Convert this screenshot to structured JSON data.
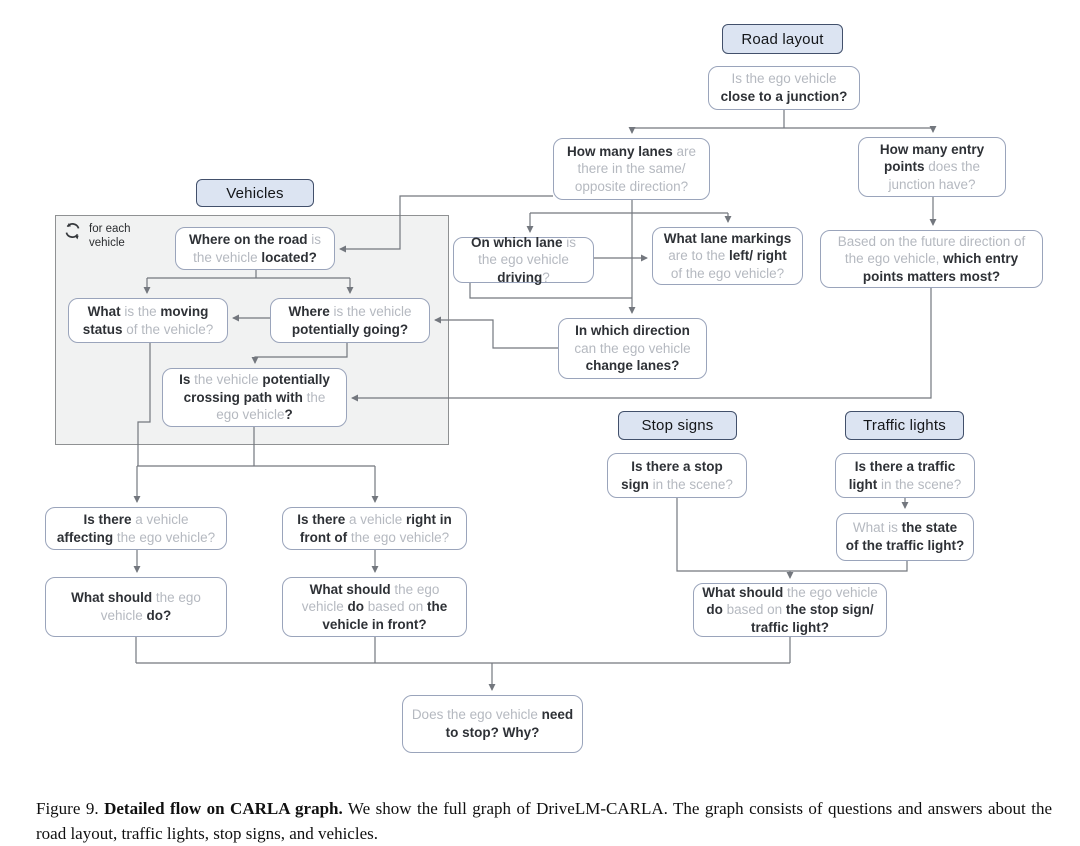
{
  "headers": {
    "road_layout": "Road layout",
    "vehicles": "Vehicles",
    "stop_signs": "Stop signs",
    "traffic_lights": "Traffic lights"
  },
  "group": {
    "loop_label_line1": "for each",
    "loop_label_line2": "vehicle"
  },
  "colors": {
    "header_fill": "#dce4f2",
    "header_border": "#42506b",
    "node_border": "#9aa4bb",
    "bold_text": "#2e3136",
    "muted_text": "#b5b9c0",
    "wire": "#73777e",
    "group_fill": "#f1f2f2"
  },
  "nodes": {
    "close_junction": {
      "segments": [
        {
          "s": "m",
          "t": "Is the ego vehicle "
        },
        {
          "s": "b",
          "t": "close to a junction?"
        }
      ]
    },
    "how_many_lanes": {
      "segments": [
        {
          "s": "b",
          "t": "How many lanes "
        },
        {
          "s": "m",
          "t": "are there in the same/ opposite direction?"
        }
      ]
    },
    "entry_points": {
      "segments": [
        {
          "s": "b",
          "t": "How many entry points "
        },
        {
          "s": "m",
          "t": "does the junction have?"
        }
      ]
    },
    "where_on_road": {
      "segments": [
        {
          "s": "b",
          "t": "Where on the road "
        },
        {
          "s": "m",
          "t": "is the vehicle "
        },
        {
          "s": "b",
          "t": "located?"
        }
      ]
    },
    "on_which_lane": {
      "segments": [
        {
          "s": "b",
          "t": "On which lane "
        },
        {
          "s": "m",
          "t": "is the ego vehicle "
        },
        {
          "s": "b",
          "t": "driving"
        },
        {
          "s": "m",
          "t": "?"
        }
      ]
    },
    "lane_markings": {
      "segments": [
        {
          "s": "b",
          "t": "What lane markings "
        },
        {
          "s": "m",
          "t": "are to the "
        },
        {
          "s": "b",
          "t": "left/ right "
        },
        {
          "s": "m",
          "t": "of the ego vehicle?"
        }
      ]
    },
    "based_on_future": {
      "segments": [
        {
          "s": "m",
          "t": "Based on the future direction of the ego vehicle, "
        },
        {
          "s": "b",
          "t": "which entry points matters most?"
        }
      ]
    },
    "moving_status": {
      "segments": [
        {
          "s": "b",
          "t": "What "
        },
        {
          "s": "m",
          "t": "is the "
        },
        {
          "s": "b",
          "t": "moving status "
        },
        {
          "s": "m",
          "t": "of the vehicle?"
        }
      ]
    },
    "potentially_going": {
      "segments": [
        {
          "s": "b",
          "t": "Where "
        },
        {
          "s": "m",
          "t": "is the vehicle "
        },
        {
          "s": "b",
          "t": "potentially going?"
        }
      ]
    },
    "in_which_direction": {
      "segments": [
        {
          "s": "b",
          "t": "In which direction "
        },
        {
          "s": "m",
          "t": "can the ego vehicle "
        },
        {
          "s": "b",
          "t": "change lanes?"
        }
      ]
    },
    "crossing_path": {
      "segments": [
        {
          "s": "b",
          "t": "Is "
        },
        {
          "s": "m",
          "t": "the vehicle "
        },
        {
          "s": "b",
          "t": "potentially crossing path with "
        },
        {
          "s": "m",
          "t": "the ego vehicle"
        },
        {
          "s": "b",
          "t": "?"
        }
      ]
    },
    "affecting": {
      "segments": [
        {
          "s": "b",
          "t": "Is there "
        },
        {
          "s": "m",
          "t": "a vehicle "
        },
        {
          "s": "b",
          "t": "affecting "
        },
        {
          "s": "m",
          "t": "the ego vehicle?"
        }
      ]
    },
    "right_in_front": {
      "segments": [
        {
          "s": "b",
          "t": "Is there "
        },
        {
          "s": "m",
          "t": "a vehicle "
        },
        {
          "s": "b",
          "t": "right in front of "
        },
        {
          "s": "m",
          "t": "the ego vehicle?"
        }
      ]
    },
    "what_should_do": {
      "segments": [
        {
          "s": "b",
          "t": "What should "
        },
        {
          "s": "m",
          "t": "the ego vehicle "
        },
        {
          "s": "b",
          "t": "do?"
        }
      ]
    },
    "vehicle_in_front": {
      "segments": [
        {
          "s": "b",
          "t": "What should "
        },
        {
          "s": "m",
          "t": "the ego vehicle "
        },
        {
          "s": "b",
          "t": "do "
        },
        {
          "s": "m",
          "t": "based on "
        },
        {
          "s": "b",
          "t": "the vehicle in front?"
        }
      ]
    },
    "stop_sign_scene": {
      "segments": [
        {
          "s": "b",
          "t": "Is there a stop sign "
        },
        {
          "s": "m",
          "t": "in the scene?"
        }
      ]
    },
    "traffic_light_scene": {
      "segments": [
        {
          "s": "b",
          "t": "Is there a traffic light "
        },
        {
          "s": "m",
          "t": "in the scene?"
        }
      ]
    },
    "traffic_light_state": {
      "segments": [
        {
          "s": "m",
          "t": "What is "
        },
        {
          "s": "b",
          "t": "the state of the traffic light?"
        }
      ]
    },
    "stop_sign_action": {
      "segments": [
        {
          "s": "b",
          "t": "What should "
        },
        {
          "s": "m",
          "t": "the ego vehicle "
        },
        {
          "s": "b",
          "t": "do "
        },
        {
          "s": "m",
          "t": "based on "
        },
        {
          "s": "b",
          "t": "the stop sign/ traffic light?"
        }
      ]
    },
    "need_to_stop": {
      "segments": [
        {
          "s": "m",
          "t": "Does the ego vehicle "
        },
        {
          "s": "b",
          "t": "need to stop? Why?"
        }
      ]
    }
  },
  "edges": [
    {
      "from": "close_junction",
      "to": "how_many_lanes"
    },
    {
      "from": "close_junction",
      "to": "entry_points"
    },
    {
      "from": "how_many_lanes",
      "to": "where_on_road"
    },
    {
      "from": "how_many_lanes",
      "to": "on_which_lane"
    },
    {
      "from": "how_many_lanes",
      "to": "lane_markings"
    },
    {
      "from": "how_many_lanes",
      "to": "in_which_direction"
    },
    {
      "from": "on_which_lane",
      "to": "lane_markings"
    },
    {
      "from": "on_which_lane",
      "to": "in_which_direction"
    },
    {
      "from": "entry_points",
      "to": "based_on_future"
    },
    {
      "from": "based_on_future",
      "to": "crossing_path"
    },
    {
      "from": "in_which_direction",
      "to": "potentially_going"
    },
    {
      "from": "where_on_road",
      "to": "moving_status"
    },
    {
      "from": "where_on_road",
      "to": "potentially_going"
    },
    {
      "from": "potentially_going",
      "to": "moving_status"
    },
    {
      "from": "potentially_going",
      "to": "crossing_path"
    },
    {
      "from": "moving_status",
      "to": "affecting"
    },
    {
      "from": "crossing_path",
      "to": "affecting"
    },
    {
      "from": "crossing_path",
      "to": "right_in_front"
    },
    {
      "from": "affecting",
      "to": "what_should_do"
    },
    {
      "from": "right_in_front",
      "to": "vehicle_in_front"
    },
    {
      "from": "stop_sign_scene",
      "to": "stop_sign_action"
    },
    {
      "from": "traffic_light_scene",
      "to": "traffic_light_state"
    },
    {
      "from": "traffic_light_state",
      "to": "stop_sign_action"
    },
    {
      "from": "what_should_do",
      "to": "need_to_stop"
    },
    {
      "from": "vehicle_in_front",
      "to": "need_to_stop"
    },
    {
      "from": "stop_sign_action",
      "to": "need_to_stop"
    }
  ],
  "caption": {
    "figure_label": "Figure 9.",
    "title": "Detailed flow on CARLA graph.",
    "text": "We show the full graph of DriveLM-CARLA. The graph consists of questions and answers about the road layout, traffic lights, stop signs, and vehicles."
  }
}
